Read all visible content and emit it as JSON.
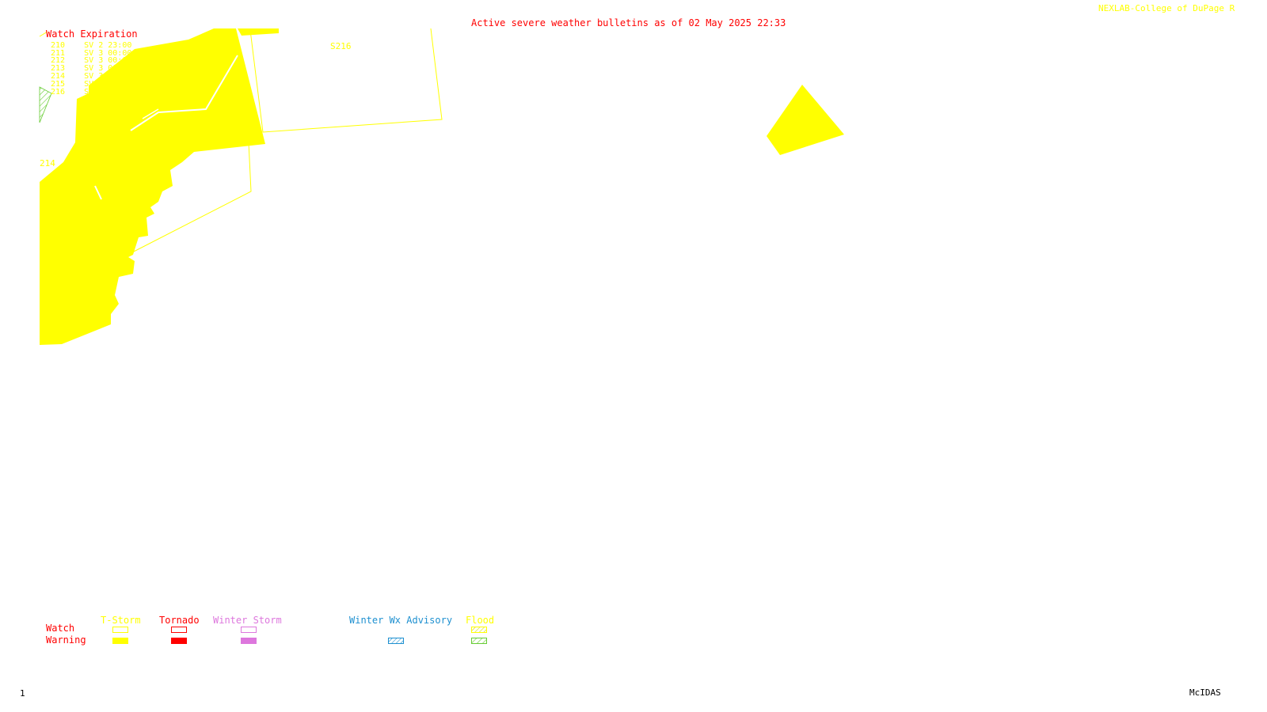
{
  "header": {
    "title": "Active severe weather bulletins as of 02 May 2025 22:33",
    "credit": "NEXLAB-College of DuPage R"
  },
  "watch_expiration": {
    "heading": "Watch Expiration",
    "rows": [
      {
        "id": "210",
        "time": "SV 2 23:00"
      },
      {
        "id": "211",
        "time": "SV 3 00:00"
      },
      {
        "id": "212",
        "time": "SV 3 00:00"
      },
      {
        "id": "213",
        "time": "SV 3 00:00"
      },
      {
        "id": "214",
        "time": "SV 3 00:00"
      },
      {
        "id": "215",
        "time": "SV 3 00:00"
      },
      {
        "id": "216",
        "time": "SV 3 00:00"
      }
    ]
  },
  "map_labels": {
    "watch_s216": "S216",
    "watch_214": "214"
  },
  "legend": {
    "row_watch": "Watch",
    "row_warning": "Warning",
    "categories": [
      {
        "label": "T-Storm",
        "color": "#ffff00"
      },
      {
        "label": "Tornado",
        "color": "#ff0000"
      },
      {
        "label": "Winter Storm",
        "color": "#dd77dd"
      },
      {
        "label": "Winter Wx Advisory",
        "color": "#1e90d0"
      },
      {
        "label": "Flood",
        "color": "#ffff00",
        "warning_color": "#66cc33"
      }
    ]
  },
  "footer": {
    "frame_number": "1",
    "software": "McIDAS"
  }
}
